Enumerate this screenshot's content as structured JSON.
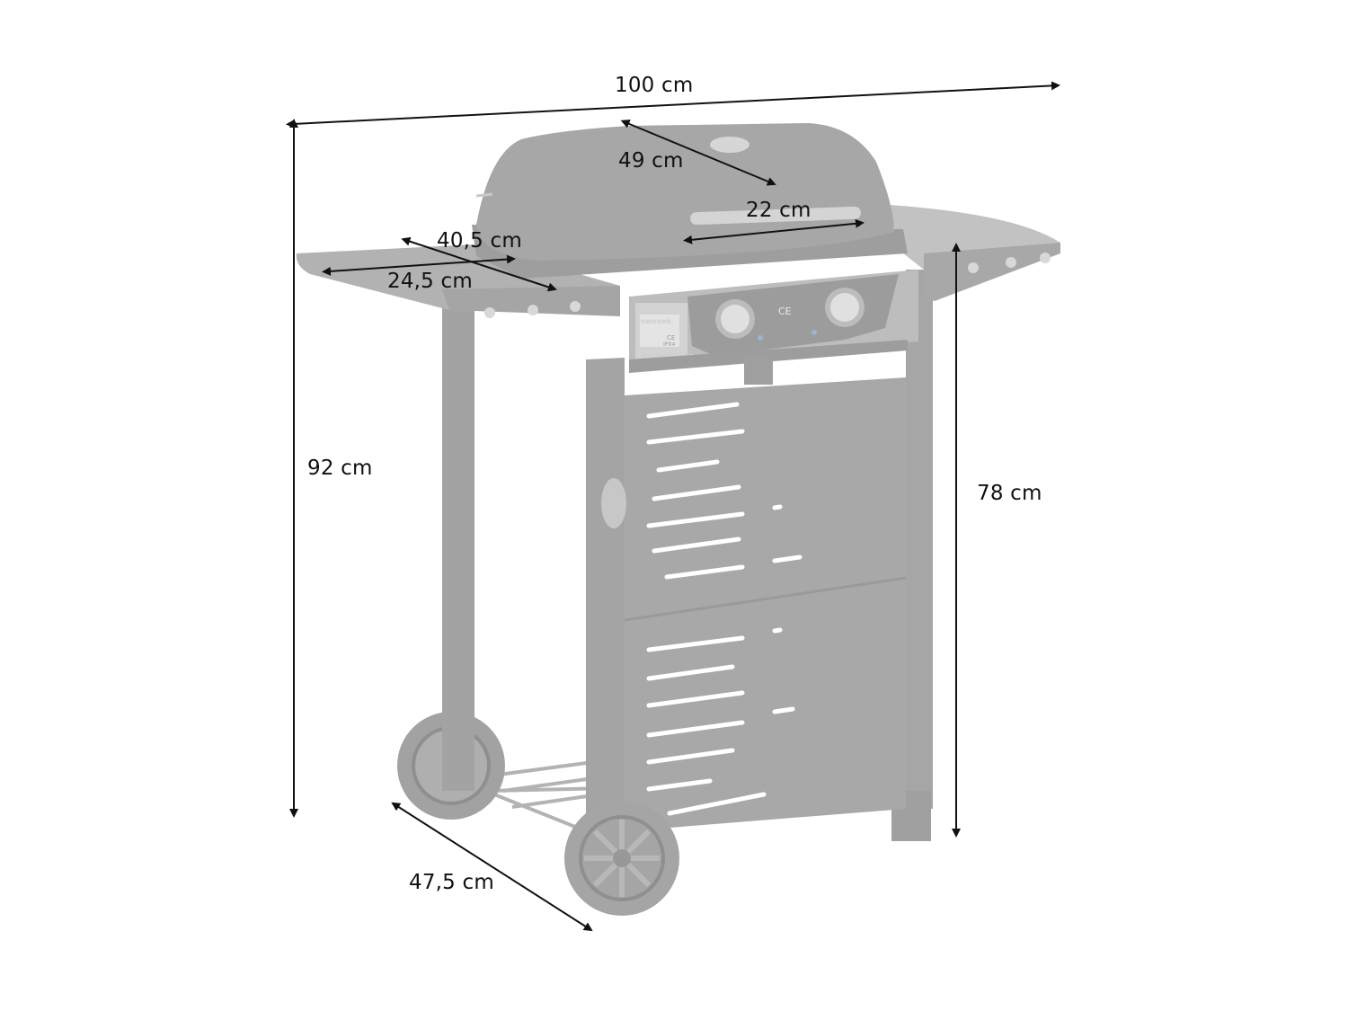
{
  "product": {
    "brand": "sweeek.",
    "label_marks": [
      "CE",
      "IPX4"
    ],
    "panel_mark": "CE"
  },
  "colors": {
    "background": "#ffffff",
    "product_body": "#a9a9a9",
    "product_dark": "#9a9a9a",
    "product_light": "#c4c4c4",
    "arrow": "#111111",
    "text": "#111111"
  },
  "dimensions": {
    "overall_width": {
      "label": "100 cm"
    },
    "lid_depth": {
      "label": "49 cm"
    },
    "handle_width": {
      "label": "22 cm"
    },
    "side_table_depth": {
      "label": "40,5 cm"
    },
    "side_table_width": {
      "label": "24,5 cm"
    },
    "overall_height": {
      "label": "92 cm"
    },
    "table_height": {
      "label": "78 cm"
    },
    "cart_depth": {
      "label": "47,5 cm"
    }
  }
}
